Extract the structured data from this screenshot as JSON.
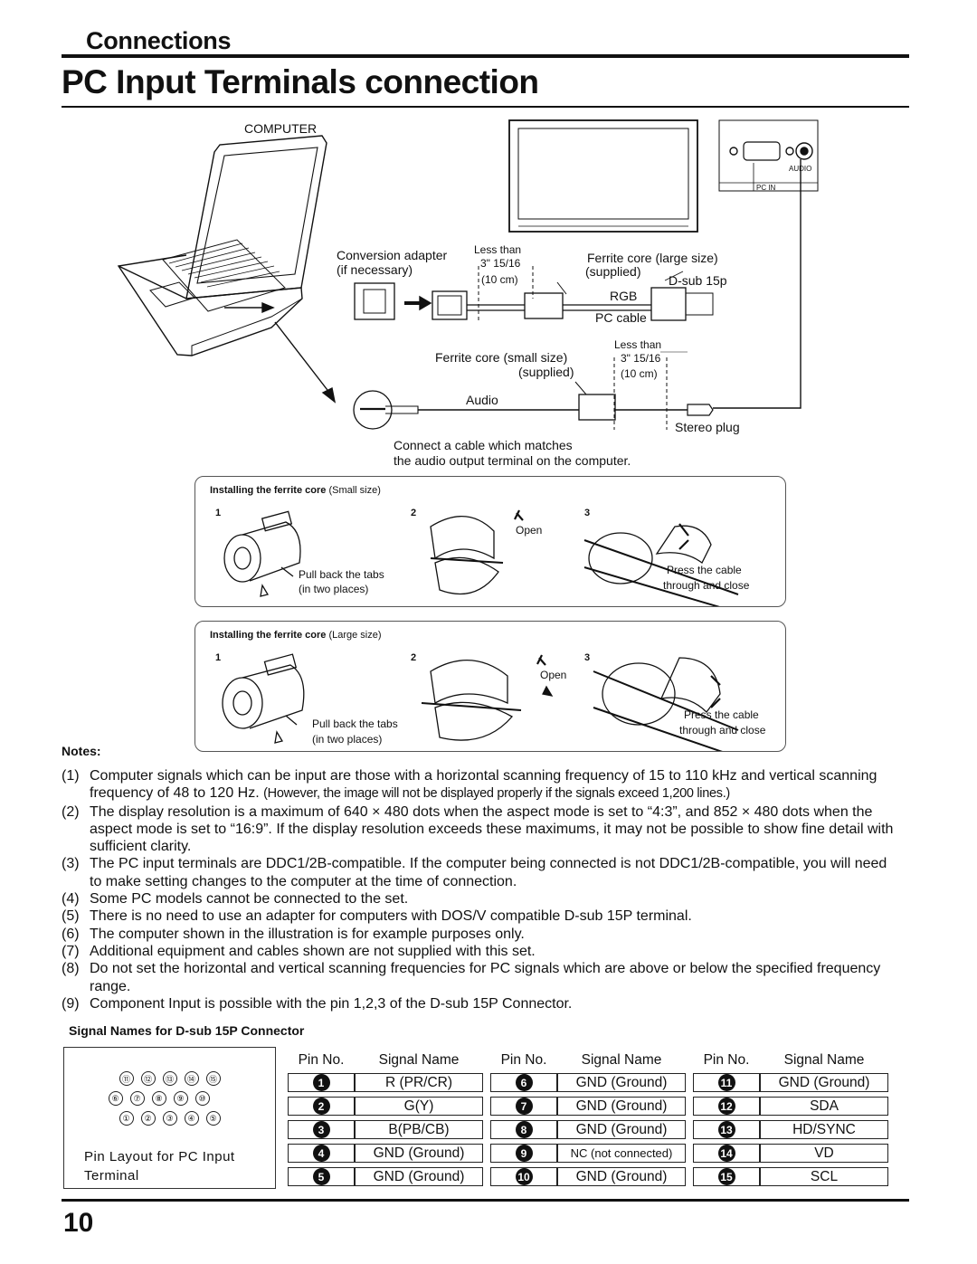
{
  "header": {
    "section": "Connections",
    "title": "PC Input Terminals connection"
  },
  "diagram": {
    "computer_label": "COMPUTER",
    "conversion_adapter": "Conversion adapter",
    "if_necessary": "(if necessary)",
    "less_than_1": "Less than",
    "dist_in_1": "3\" 15/16",
    "dist_cm_1": "(10 cm)",
    "ferrite_large": "Ferrite core (large size)",
    "supplied_1": "(supplied)",
    "dsub": "D-sub 15p",
    "rgb": "RGB",
    "pc_cable": "PC cable",
    "less_than_2": "Less than",
    "dist_in_2": "3\" 15/16",
    "dist_cm_2": "(10 cm)",
    "ferrite_small": "Ferrite core (small size)",
    "supplied_2": "(supplied)",
    "audio": "Audio",
    "stereo_plug": "Stereo plug",
    "note_line1": "Connect a cable which matches",
    "note_line2": "the audio output terminal on the computer.",
    "panel_audio": "AUDIO",
    "panel_pcin": "PC IN"
  },
  "ferrite_small": {
    "title_bold": "Installing the ferrite core",
    "title_size": "(Small size)",
    "step1": "1",
    "step2": "2",
    "step3": "3",
    "open": "Open",
    "pull_line1": "Pull back the tabs",
    "pull_line2": "(in two places)",
    "press_line1": "Press the cable",
    "press_line2": "through and close"
  },
  "ferrite_large": {
    "title_bold": "Installing the ferrite core",
    "title_size": "(Large size)",
    "step1": "1",
    "step2": "2",
    "step3": "3",
    "open": "Open",
    "pull_line1": "Pull back the tabs",
    "pull_line2": "(in two places)",
    "press_line1": "Press the cable",
    "press_line2": "through and close"
  },
  "notes": {
    "heading": "Notes:",
    "items": [
      {
        "num": "(1)",
        "text": "Computer signals which can be input are those with a horizontal scanning frequency of 15 to 110 kHz and vertical scanning frequency of 48 to 120 Hz.",
        "text2": "(However, the image will not be displayed properly if the signals exceed 1,200 lines.)"
      },
      {
        "num": "(2)",
        "text": "The display resolution is a maximum of 640 × 480 dots when the aspect mode is set to “4:3”, and 852 × 480 dots when the aspect mode is set to “16:9”. If the display resolution exceeds these maximums, it may not be possible to show fine detail with sufficient clarity."
      },
      {
        "num": "(3)",
        "text": "The PC input terminals are DDC1/2B-compatible. If the computer being connected is not DDC1/2B-compatible, you will need to make setting changes to the computer at the time of connection."
      },
      {
        "num": "(4)",
        "text": "Some PC models cannot be connected to the set."
      },
      {
        "num": "(5)",
        "text": "There is no need to use an adapter for computers with DOS/V compatible D-sub 15P terminal."
      },
      {
        "num": "(6)",
        "text": "The computer shown in the illustration is for example purposes only."
      },
      {
        "num": "(7)",
        "text": "Additional equipment and cables shown are not supplied with this set."
      },
      {
        "num": "(8)",
        "text": "Do not set the horizontal and vertical scanning frequencies for PC signals which are above or below the specified frequency range."
      },
      {
        "num": "(9)",
        "text": "Component Input is possible with the pin 1,2,3 of the D-sub 15P Connector."
      }
    ]
  },
  "signals": {
    "heading": "Signal Names for D-sub 15P Connector",
    "pin_rows": [
      [
        "⑪",
        "⑫",
        "⑬",
        "⑭",
        "⑮"
      ],
      [
        "⑥",
        "⑦",
        "⑧",
        "⑨",
        "⑩"
      ],
      [
        "①",
        "②",
        "③",
        "④",
        "⑤"
      ]
    ],
    "caption_line1": "Pin Layout for PC Input",
    "caption_line2": "Terminal",
    "col_pin": "Pin No.",
    "col_signal": "Signal Name",
    "rows": [
      {
        "p1": "1",
        "s1": "R (PR/CR)",
        "p2": "6",
        "s2": "GND (Ground)",
        "p3": "11",
        "s3": "GND (Ground)"
      },
      {
        "p1": "2",
        "s1": "G(Y)",
        "p2": "7",
        "s2": "GND (Ground)",
        "p3": "12",
        "s3": "SDA"
      },
      {
        "p1": "3",
        "s1": "B(PB/CB)",
        "p2": "8",
        "s2": "GND (Ground)",
        "p3": "13",
        "s3": "HD/SYNC"
      },
      {
        "p1": "4",
        "s1": "GND (Ground)",
        "p2": "9",
        "s2": "NC (not connected)",
        "p3": "14",
        "s3": "VD"
      },
      {
        "p1": "5",
        "s1": "GND (Ground)",
        "p2": "10",
        "s2": "GND (Ground)",
        "p3": "15",
        "s3": "SCL"
      }
    ]
  },
  "footer": {
    "page_number": "10"
  }
}
